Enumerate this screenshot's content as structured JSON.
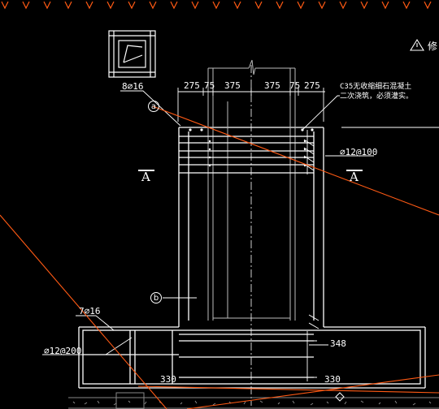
{
  "colors": {
    "background": "#000000",
    "line": "#ffffff",
    "accent_line": "#ff5a14",
    "grey_line": "#9a9a9a",
    "ground_hatch": "#777777"
  },
  "dimensions": {
    "top": [
      "275",
      "75",
      "375",
      "375",
      "75",
      "275"
    ],
    "right_side": "348",
    "bottom_left": "330",
    "bottom_right": "330"
  },
  "labels": {
    "rebar_top": "8⌀16",
    "rebar_side": "⌀12@100",
    "rebar_base_top": "7⌀16",
    "rebar_base_side": "⌀12@200",
    "concrete_note_line1": "C35无收缩细石混凝土",
    "concrete_note_line2": "二次浇筑，必须灌实。",
    "section_left": "A",
    "section_right": "A",
    "marker_a": "a",
    "marker_b": "b",
    "warning_icon": "warning-triangle-icon",
    "warning_text": "修"
  }
}
